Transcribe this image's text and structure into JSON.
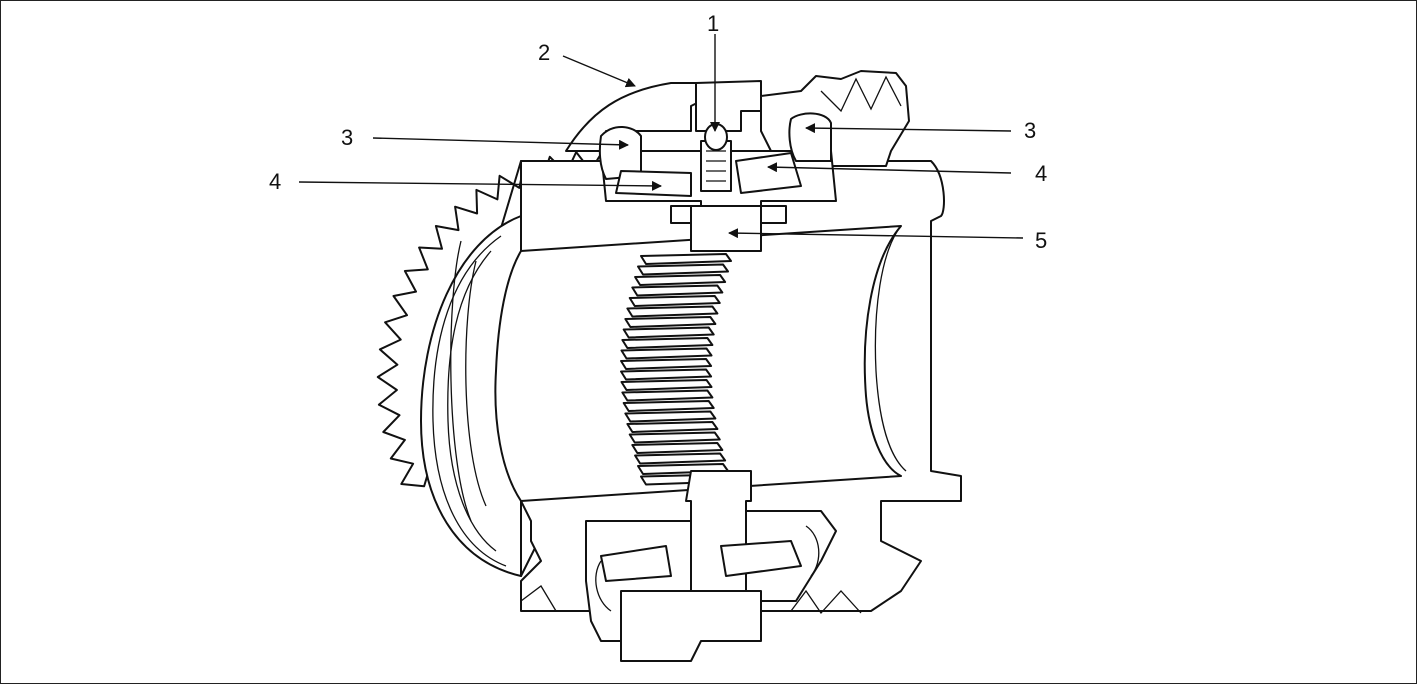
{
  "diagram": {
    "callouts": [
      {
        "id": "c1",
        "label": "1"
      },
      {
        "id": "c2",
        "label": "2"
      },
      {
        "id": "c3a",
        "label": "3"
      },
      {
        "id": "c3b",
        "label": "3"
      },
      {
        "id": "c4a",
        "label": "4"
      },
      {
        "id": "c4b",
        "label": "4"
      },
      {
        "id": "c5",
        "label": "5"
      }
    ],
    "colors": {
      "ink": "#111111",
      "paper": "#ffffff",
      "frame": "#222222"
    }
  }
}
